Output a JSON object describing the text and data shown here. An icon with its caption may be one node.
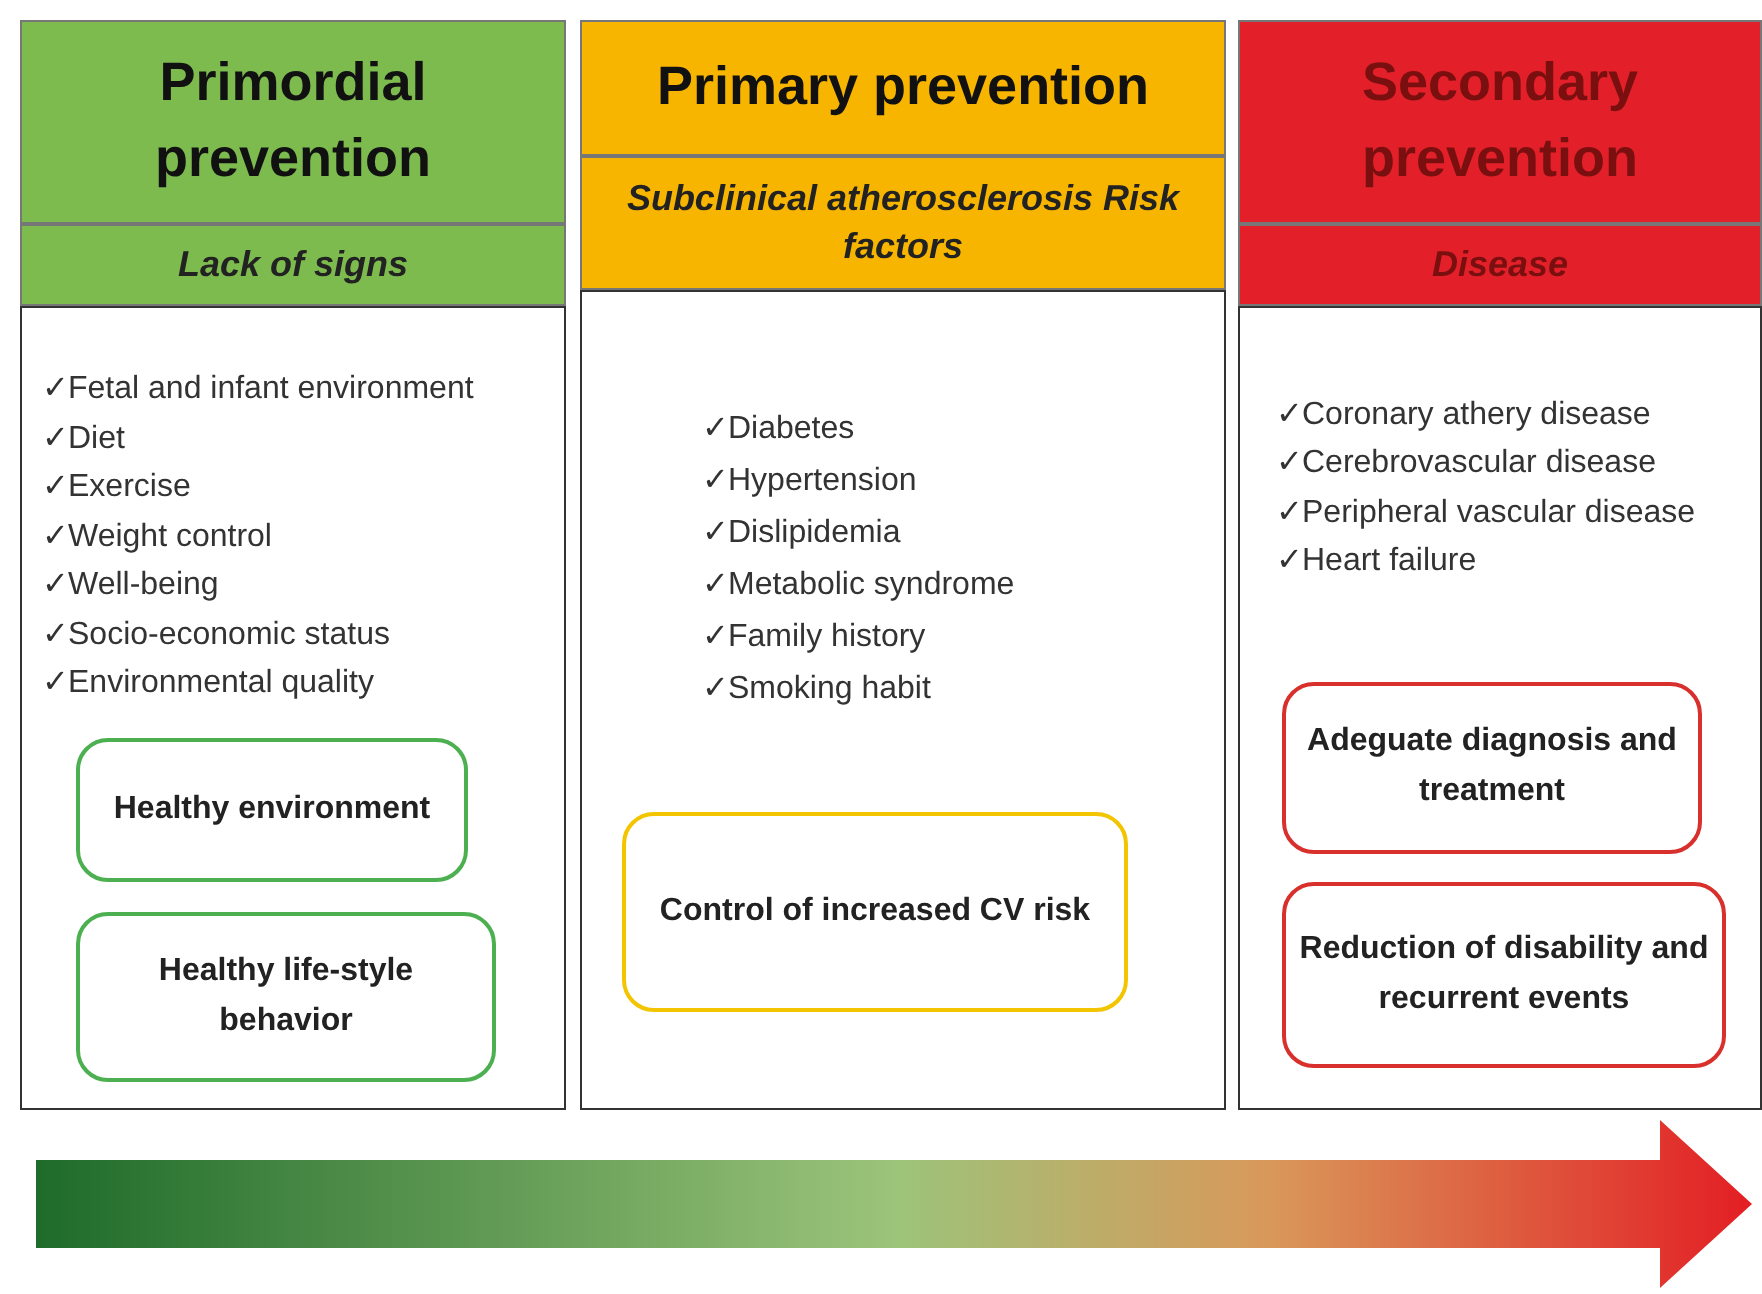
{
  "diagram": {
    "nodes": [
      {
        "text": [
          "Primordial prevention"
        ]
      },
      {
        "text": [
          "Lack of signs"
        ]
      },
      {
        "text": [
          "✓Fetal and infant environment",
          "✓Diet",
          "✓Exercise",
          "✓Weight control",
          "✓Well-being",
          "✓Socio-economic status",
          "✓Environmental quality"
        ]
      },
      {
        "text": [
          "Healthy environment"
        ],
        "in": 2
      },
      {
        "text": [
          "Healthy life-style behavior"
        ],
        "in": 2
      },
      {
        "text": [
          "Primary prevention"
        ]
      },
      {
        "text": [
          "Subclinical atherosclerosis Risk factors"
        ]
      },
      {
        "text": [
          "✓Diabetes",
          "✓Hypertension",
          "✓Dislipidemia",
          "✓Metabolic syndrome",
          "✓Family history",
          "✓Smoking habit"
        ]
      },
      {
        "text": [
          "Control of increased CV risk"
        ],
        "in": 7
      },
      {
        "text": [
          "Secondary prevention"
        ]
      },
      {
        "text": [
          "Disease"
        ]
      },
      {
        "text": [
          "✓Coronary athery disease",
          "✓Cerebrovascular disease",
          "✓Peripheral vascular disease",
          "✓Heart failure"
        ]
      },
      {
        "text": [
          "Adeguate diagnosis and treatment"
        ],
        "in": 11
      },
      {
        "text": [
          "Reduction of disability and recurrent events"
        ],
        "in": 11
      }
    ]
  }
}
